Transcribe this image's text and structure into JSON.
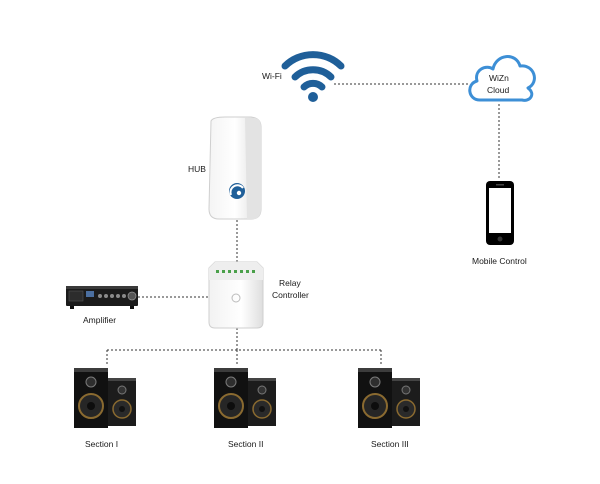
{
  "labels": {
    "wifi": "Wi-Fi",
    "cloud_line1": "WiZn",
    "cloud_line2": "Cloud",
    "hub": "HUB",
    "mobile": "Mobile Control",
    "relay_line1": "Relay",
    "relay_line2": "Controller",
    "amplifier": "Amplifier",
    "section1": "Section I",
    "section2": "Section II",
    "section3": "Section III"
  },
  "icons": {
    "wifi": "wifi-icon",
    "cloud": "cloud-icon",
    "hub": "hub-device-icon",
    "phone": "smartphone-icon",
    "relay": "relay-controller-icon",
    "amplifier": "amplifier-icon",
    "speakers": "speaker-pair-icon"
  },
  "colors": {
    "wifi": "#1f5f99",
    "cloud_stroke": "#3d8fd6",
    "hub_logo": "#1f5f99",
    "line": "#333333"
  }
}
